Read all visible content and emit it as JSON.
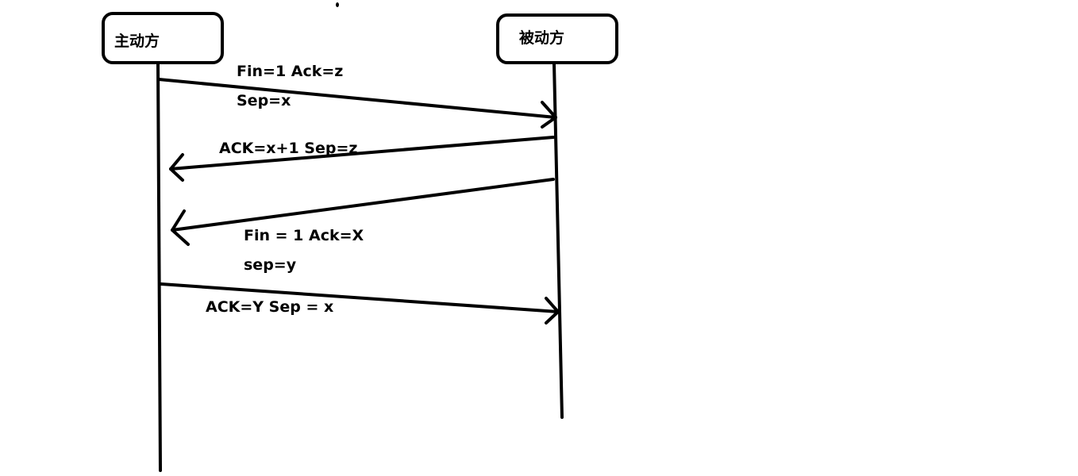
{
  "actors": {
    "initiator": "主动方",
    "responder": "被动方"
  },
  "messages": [
    {
      "direction": "initiator-to-responder",
      "lines": [
        "Fin=1 Ack=z",
        "Sep=x"
      ]
    },
    {
      "direction": "responder-to-initiator",
      "lines": [
        "ACK=x+1  Sep=z"
      ]
    },
    {
      "direction": "responder-to-initiator",
      "lines": [
        "Fin = 1 Ack=X",
        "sep=y"
      ]
    },
    {
      "direction": "initiator-to-responder",
      "lines": [
        "ACK=Y Sep = x"
      ]
    }
  ],
  "colors": {
    "ink": "#000000",
    "background": "#ffffff"
  }
}
